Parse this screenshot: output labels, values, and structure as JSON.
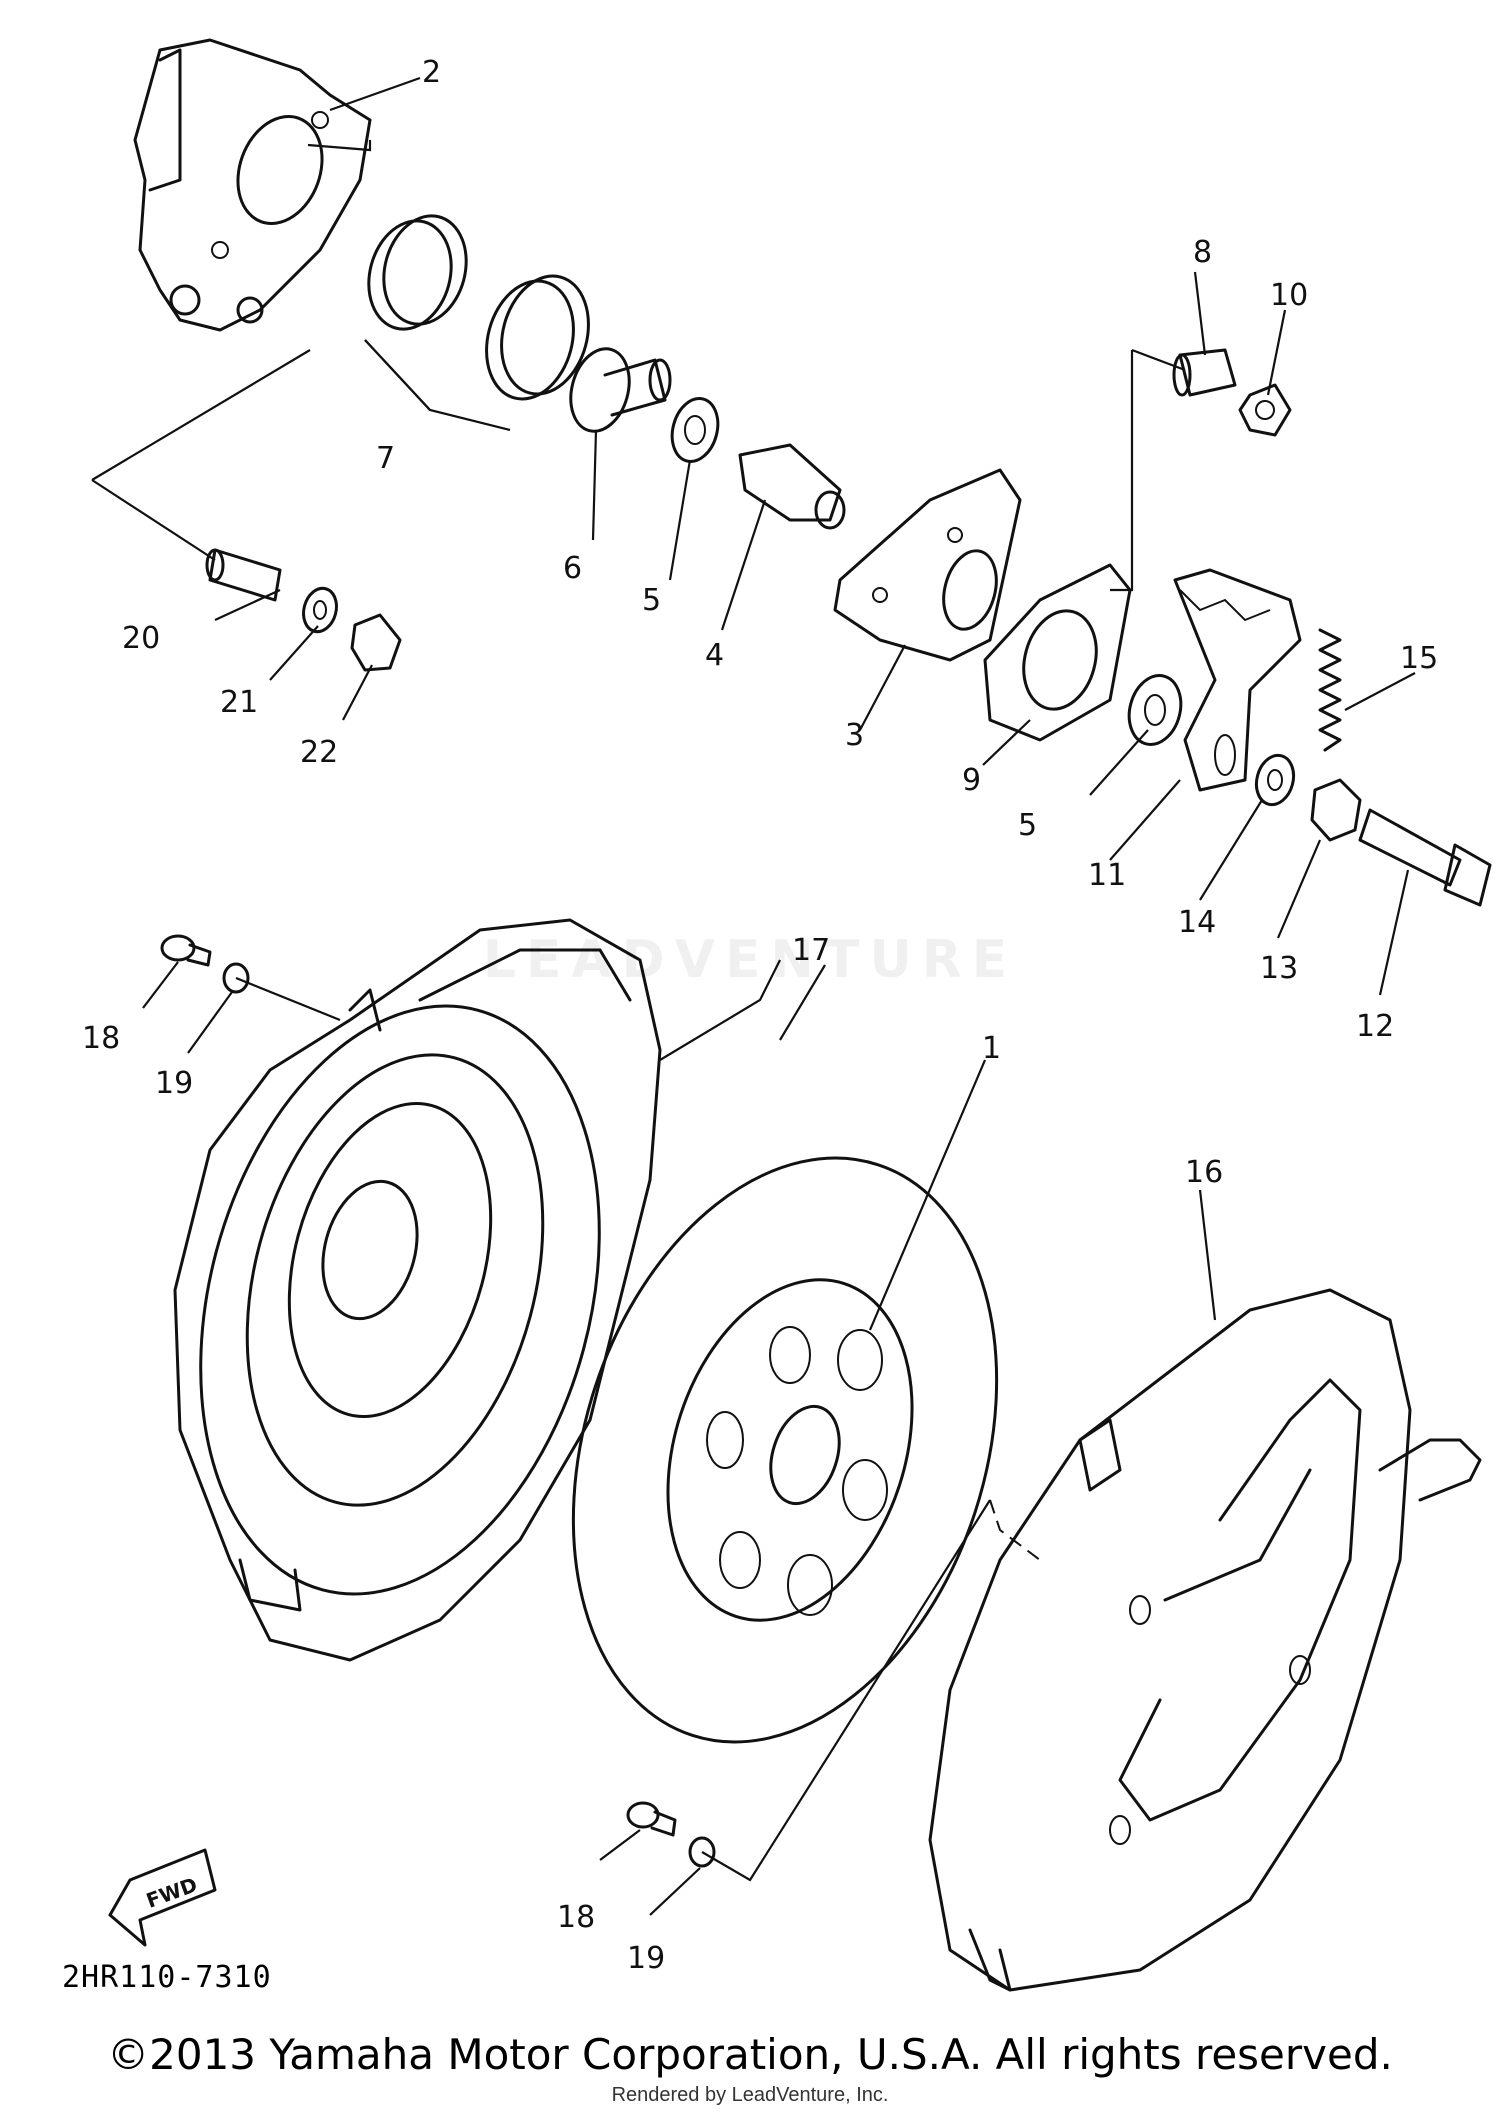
{
  "diagram": {
    "labels": [
      "1",
      "2",
      "3",
      "4",
      "5",
      "5",
      "6",
      "7",
      "8",
      "9",
      "10",
      "11",
      "12",
      "13",
      "14",
      "15",
      "16",
      "17",
      "18",
      "19",
      "18",
      "19",
      "20",
      "21",
      "22"
    ],
    "fwd_label": "FWD",
    "watermark": "LEADVENTURE",
    "diagram_code": "2HR110-7310"
  },
  "footer": {
    "copyright": "©2013 Yamaha Motor Corporation, U.S.A. All rights reserved.",
    "rendered_by": "Rendered by LeadVenture, Inc."
  }
}
